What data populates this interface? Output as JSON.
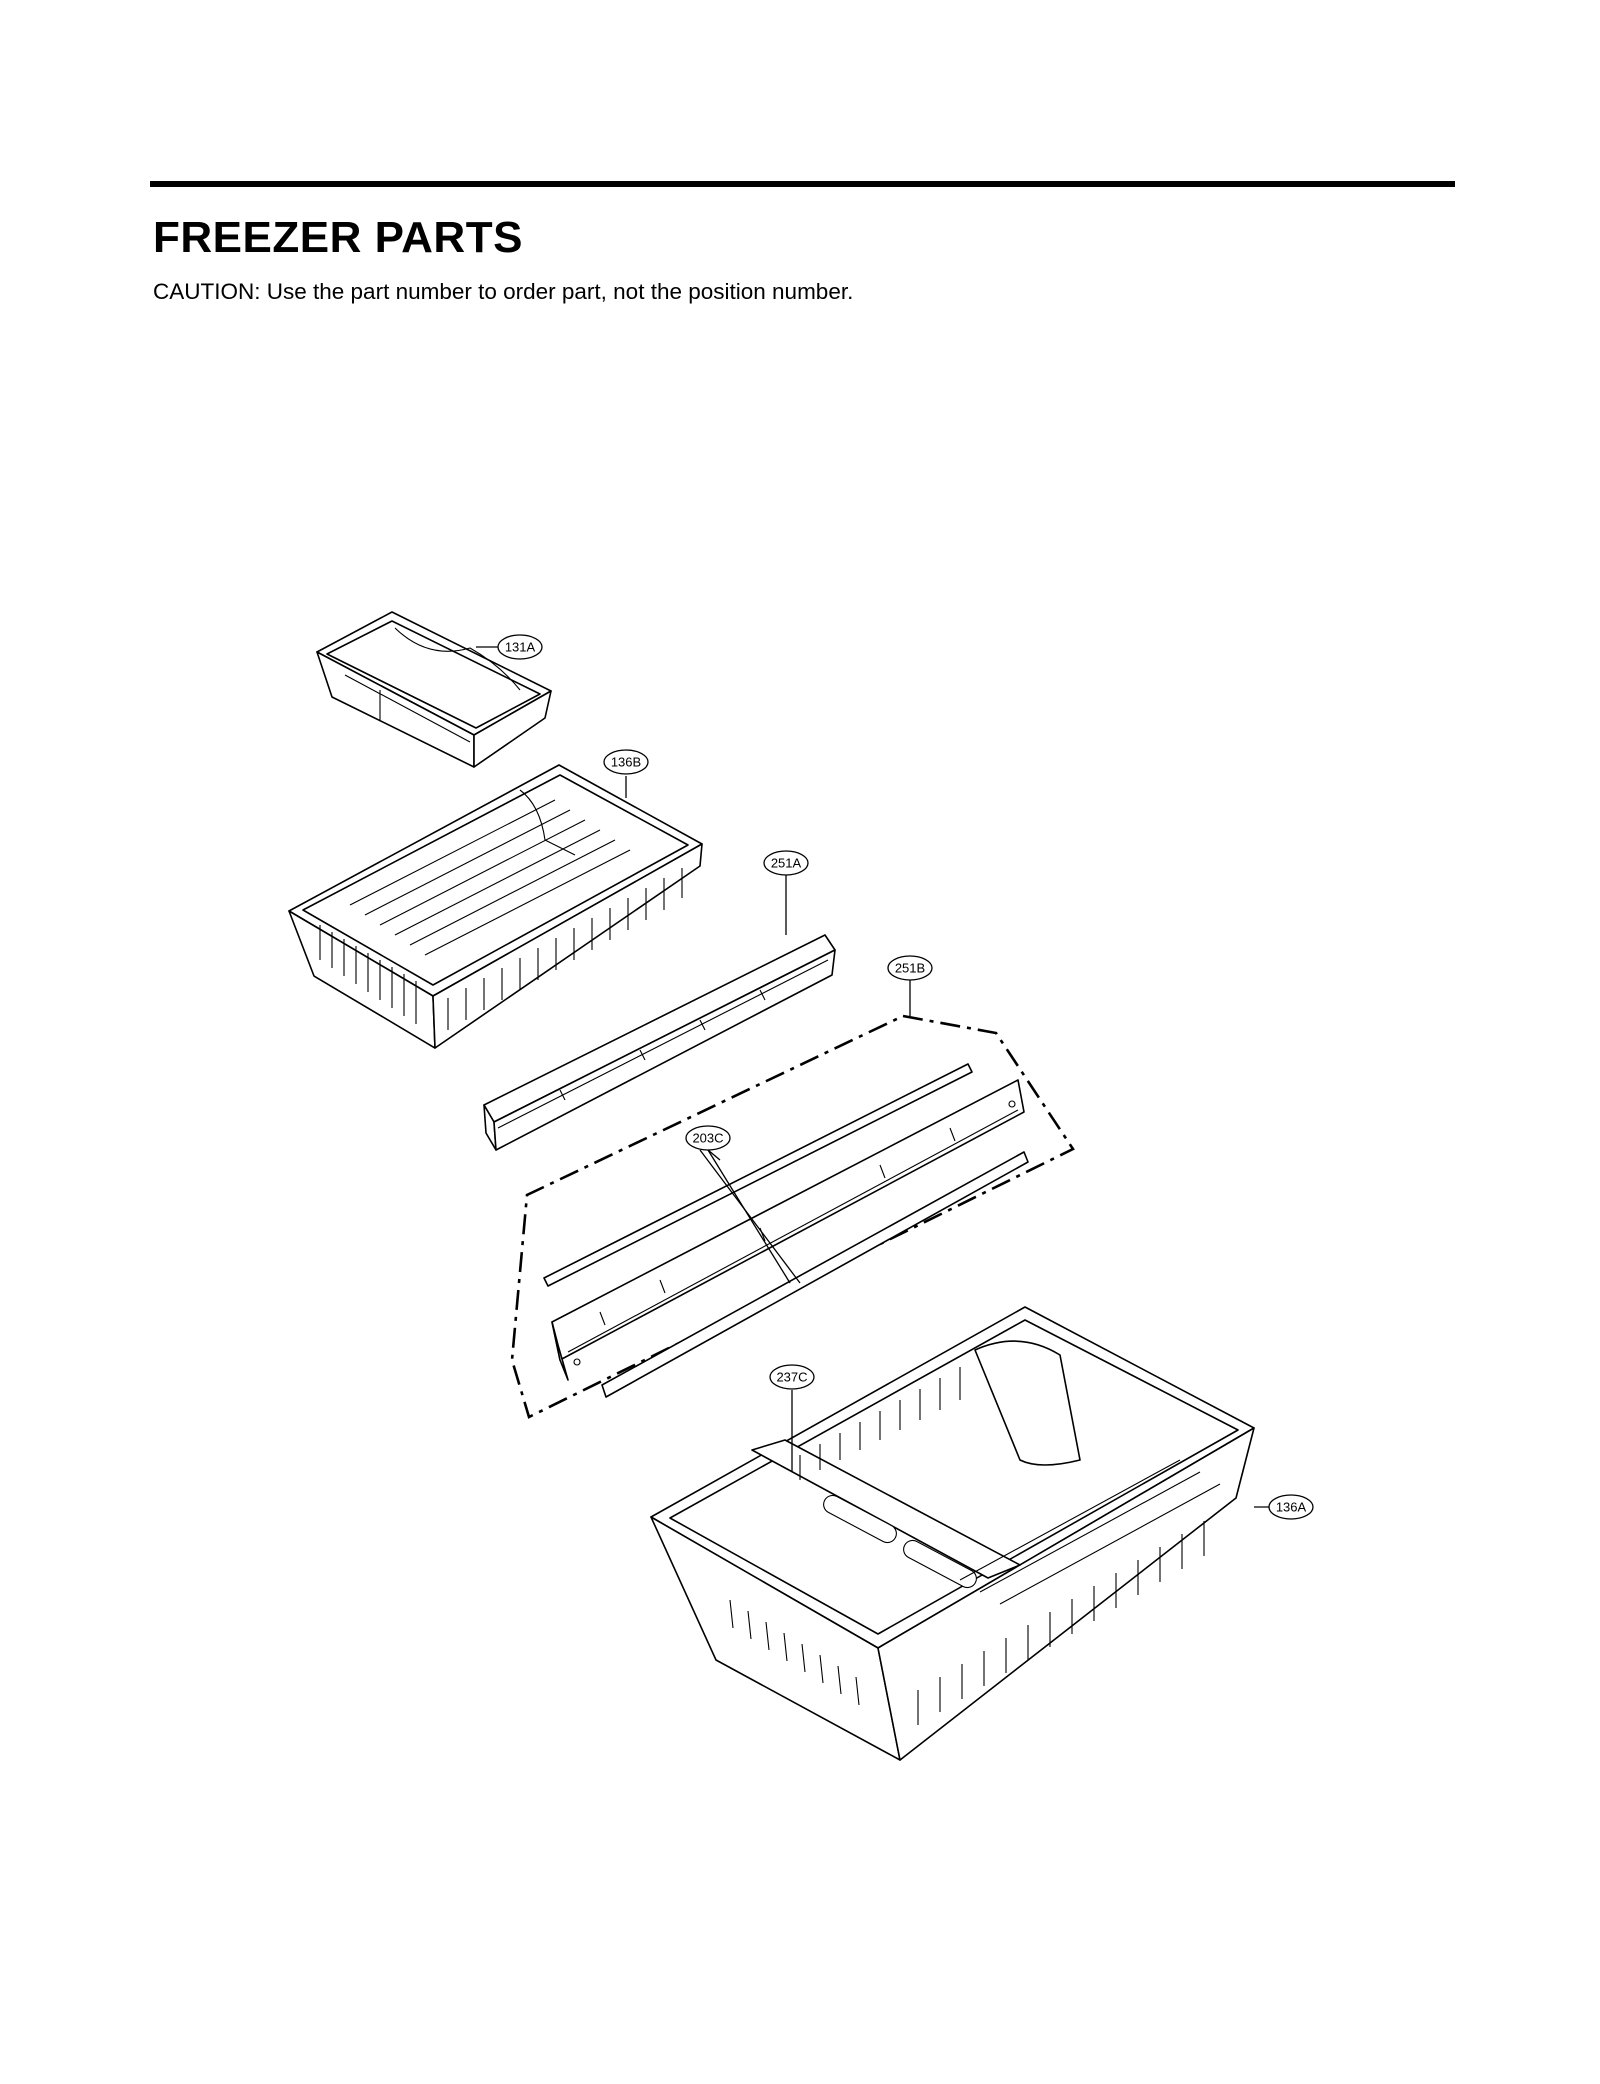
{
  "header": {
    "title": "FREEZER PARTS",
    "caution": "CAUTION: Use the part number to order part, not the position number."
  },
  "callouts": {
    "c131A": "131A",
    "c136B": "136B",
    "c251A": "251A",
    "c251B": "251B",
    "c203C": "203C",
    "c237C": "237C",
    "c136A": "136A"
  }
}
